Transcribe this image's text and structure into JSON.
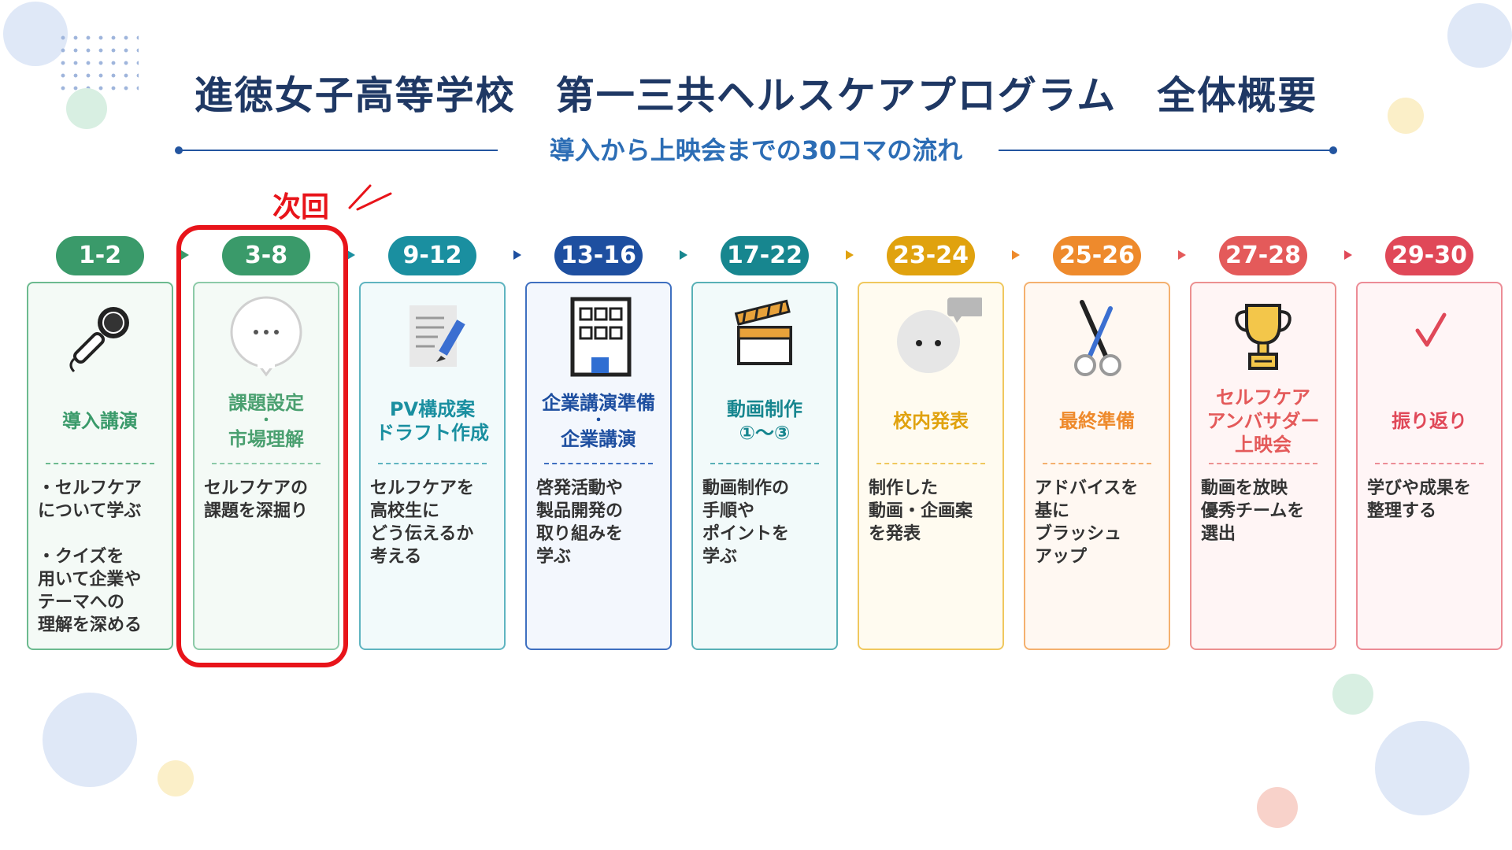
{
  "title": "進徳女子高等学校　第一三共ヘルスケアプログラム　全体概要",
  "subtitle": "導入から上映会までの30コマの流れ",
  "next_label": "次回",
  "steps": [
    {
      "range": "1-2",
      "name": [
        "導入講演"
      ],
      "icon": "microphone-icon",
      "desc": "・セルフケア\nについて学ぶ\n\n・クイズを\n用いて企業や\nテーマへの\n理解を深める",
      "color": "#3a9a6a",
      "bg": "#f4faf6",
      "border": "#6cba8f",
      "text": "#3a9a6a"
    },
    {
      "range": "3-8",
      "name": [
        "課題設定",
        "・",
        "市場理解"
      ],
      "icon": "speech-bubble-icon",
      "desc": "セルフケアの\n課題を深掘り",
      "color": "#3a9a6a",
      "bg": "#f4faf6",
      "border": "#8ccaa8",
      "text": "#4aa070"
    },
    {
      "range": "9-12",
      "name": [
        "PV構成案",
        "ドラフト作成"
      ],
      "icon": "document-pencil-icon",
      "desc": "セルフケアを\n高校生に\nどう伝えるか\n考える",
      "color": "#1a8fa0",
      "bg": "#f2fafb",
      "border": "#5fb4c0",
      "text": "#1a8fa0"
    },
    {
      "range": "13-16",
      "name": [
        "企業講演準備",
        "・",
        "企業講演"
      ],
      "icon": "office-building-icon",
      "desc": "啓発活動や\n製品開発の\n取り組みを\n学ぶ",
      "color": "#1e4fa0",
      "bg": "#f3f7fd",
      "border": "#3e6fc0",
      "text": "#1e4fa0"
    },
    {
      "range": "17-22",
      "name": [
        "動画制作",
        "①〜③"
      ],
      "icon": "clapperboard-icon",
      "desc": "動画制作の\n手順や\nポイントを\n学ぶ",
      "color": "#17868f",
      "bg": "#f2fafa",
      "border": "#58b0b6",
      "text": "#17868f"
    },
    {
      "range": "23-24",
      "name": [
        "校内発表"
      ],
      "icon": "speaker-face-icon",
      "desc": "制作した\n動画・企画案\nを発表",
      "color": "#e0a20e",
      "bg": "#fffbf0",
      "border": "#f0c85e",
      "text": "#e0a20e"
    },
    {
      "range": "25-26",
      "name": [
        "最終準備"
      ],
      "icon": "scissors-icon",
      "desc": "アドバイスを\n基に\nブラッシュ\nアップ",
      "color": "#ee8a2c",
      "bg": "#fff8f2",
      "border": "#f4b06e",
      "text": "#ee8a2c"
    },
    {
      "range": "27-28",
      "name": [
        "セルフケア",
        "アンバサダー",
        "上映会"
      ],
      "icon": "trophy-icon",
      "desc": "動画を放映\n優秀チームを\n選出",
      "color": "#e45a5a",
      "bg": "#fff5f5",
      "border": "#ec9090",
      "text": "#e45a5a"
    },
    {
      "range": "29-30",
      "name": [
        "振り返り"
      ],
      "icon": "checkmark-icon",
      "desc": "学びや成果を\n整理する",
      "color": "#e04858",
      "bg": "#fff5f6",
      "border": "#ec8c96",
      "text": "#e04858"
    }
  ]
}
